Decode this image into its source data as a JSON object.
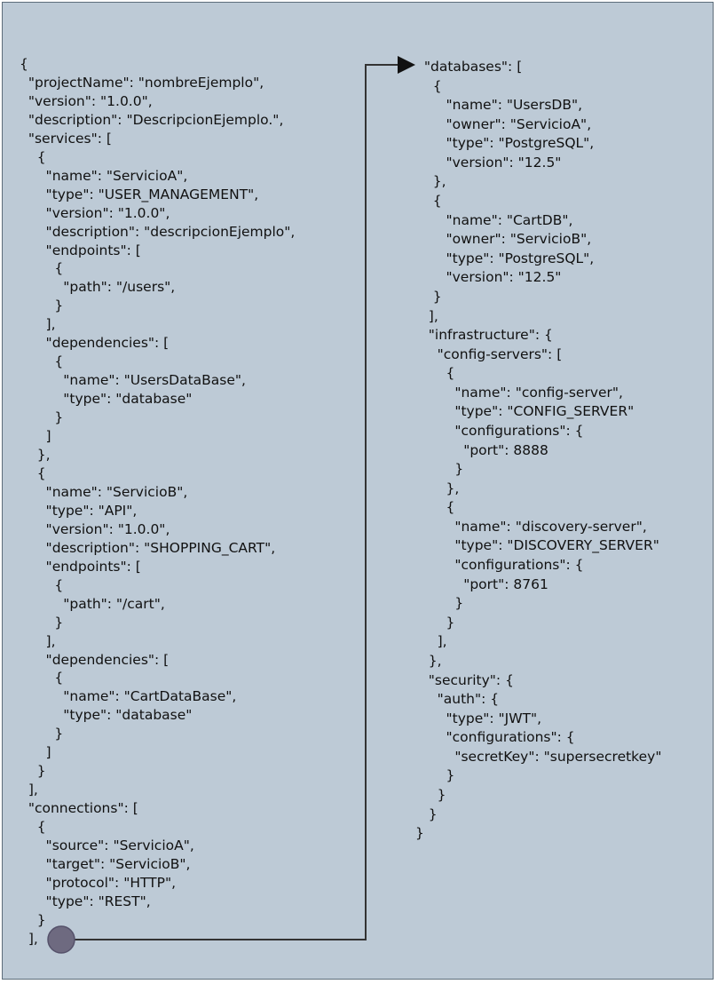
{
  "left_lines": [
    "{",
    "  \"projectName\": \"nombreEjemplo\",",
    "  \"version\": \"1.0.0\",",
    "  \"description\": \"DescripcionEjemplo.\",",
    "  \"services\": [",
    "    {",
    "      \"name\": \"ServicioA\",",
    "      \"type\": \"USER_MANAGEMENT\",",
    "      \"version\": \"1.0.0\",",
    "      \"description\": \"descripcionEjemplo\",",
    "      \"endpoints\": [",
    "        {",
    "          \"path\": \"/users\",",
    "        }",
    "      ],",
    "      \"dependencies\": [",
    "        {",
    "          \"name\": \"UsersDataBase\",",
    "          \"type\": \"database\"",
    "        }",
    "      ]",
    "    },",
    "    {",
    "      \"name\": \"ServicioB\",",
    "      \"type\": \"API\",",
    "      \"version\": \"1.0.0\",",
    "      \"description\": \"SHOPPING_CART\",",
    "      \"endpoints\": [",
    "        {",
    "          \"path\": \"/cart\",",
    "        }",
    "      ],",
    "      \"dependencies\": [",
    "        {",
    "          \"name\": \"CartDataBase\",",
    "          \"type\": \"database\"",
    "        }",
    "      ]",
    "    }",
    "  ],",
    "  \"connections\": [",
    "    {",
    "      \"source\": \"ServicioA\",",
    "      \"target\": \"ServicioB\",",
    "      \"protocol\": \"HTTP\",",
    "      \"type\": \"REST\",",
    "    }",
    "  ],"
  ],
  "right_lines": [
    "  \"databases\": [",
    "    {",
    "       \"name\": \"UsersDB\",",
    "       \"owner\": \"ServicioA\",",
    "       \"type\": \"PostgreSQL\",",
    "       \"version\": \"12.5\"",
    "    },",
    "    {",
    "       \"name\": \"CartDB\",",
    "       \"owner\": \"ServicioB\",",
    "       \"type\": \"PostgreSQL\",",
    "       \"version\": \"12.5\"",
    "    }",
    "   ],",
    "   \"infrastructure\": {",
    "     \"config-servers\": [",
    "       {",
    "         \"name\": \"config-server\",",
    "         \"type\": \"CONFIG_SERVER\"",
    "         \"configurations\": {",
    "           \"port\": 8888",
    "         }",
    "       },",
    "       {",
    "         \"name\": \"discovery-server\",",
    "         \"type\": \"DISCOVERY_SERVER\"",
    "         \"configurations\": {",
    "           \"port\": 8761",
    "         }",
    "       }",
    "     ],",
    "   },",
    "   \"security\": {",
    "     \"auth\": {",
    "       \"type\": \"JWT\",",
    "       \"configurations\": {",
    "         \"secretKey\": \"supersecretkey\"",
    "       }",
    "     }",
    "   }",
    "}"
  ],
  "colors": {
    "background": "#bdcad6",
    "connector": "#333333",
    "node": "#6e6a80"
  }
}
